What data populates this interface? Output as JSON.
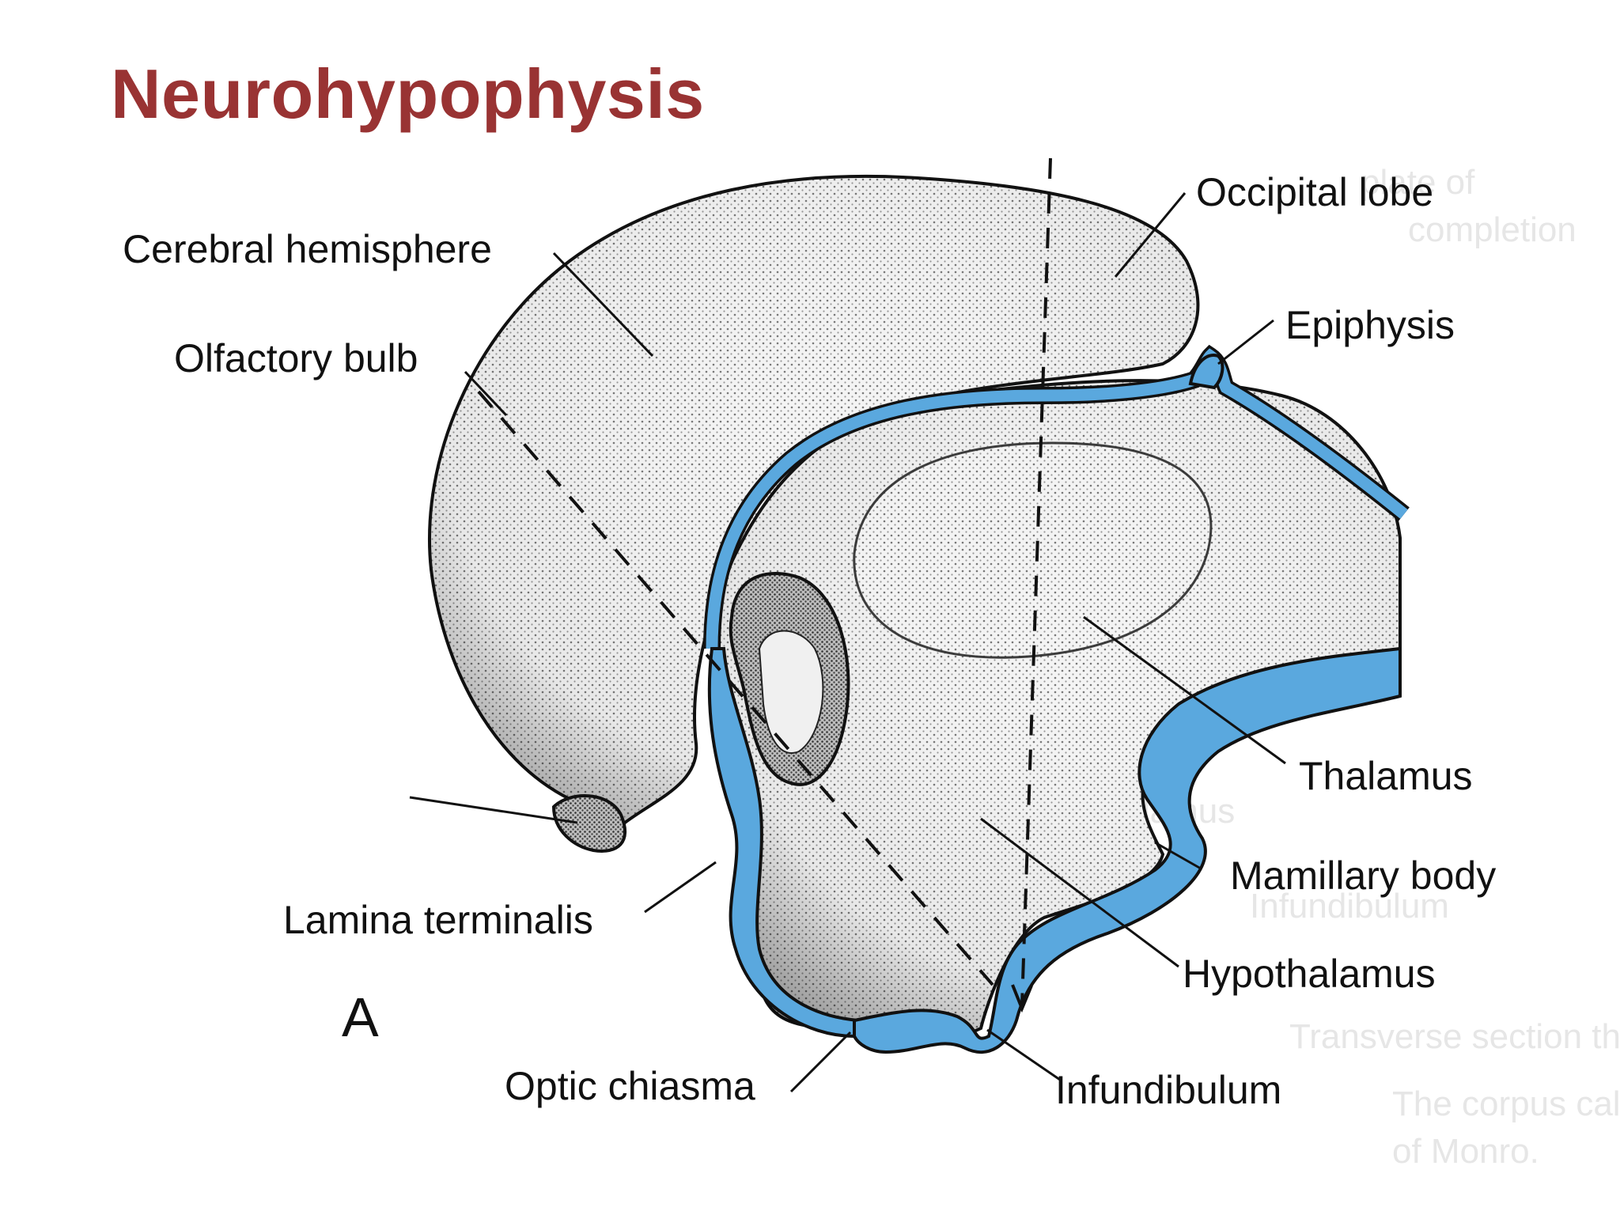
{
  "title": "Neurohypophysis",
  "panel_letter": "A",
  "colors": {
    "title": "#993333",
    "ventricle": "#5aa8de",
    "outline": "#111111",
    "tissue": "#ececec"
  },
  "labels": {
    "cerebral_hemisphere": "Cerebral hemisphere",
    "olfactory_bulb": "Olfactory bulb",
    "lamina_terminalis": "Lamina terminalis",
    "optic_chiasma": "Optic chiasma",
    "occipital_lobe": "Occipital lobe",
    "epiphysis": "Epiphysis",
    "thalamus": "Thalamus",
    "mamillary_body": "Mamillary body",
    "hypothalamus": "Hypothalamus",
    "infundibulum": "Infundibulum"
  }
}
